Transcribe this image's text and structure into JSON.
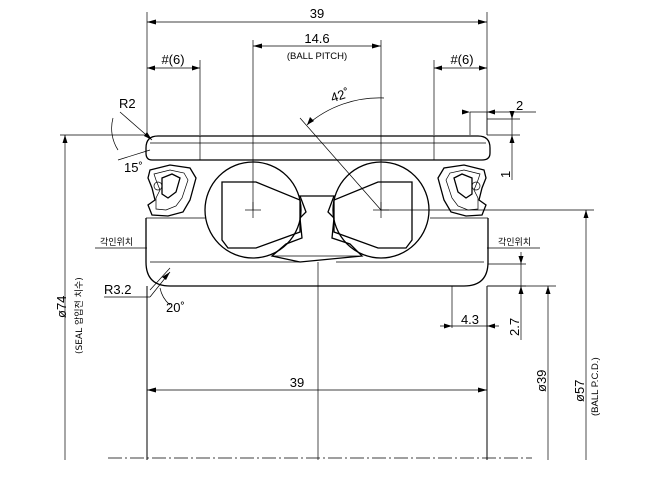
{
  "dimensions": {
    "overall_width_top": "39",
    "ball_pitch": "14.6",
    "ball_pitch_label": "(BALL PITCH)",
    "hash_left": "#(6)",
    "hash_right": "#(6)",
    "contact_angle": "42˚",
    "radius_r2": "R2",
    "angle_15": "15˚",
    "dim_2": "2",
    "dim_1": "1",
    "mark_left": "각인위치",
    "mark_right": "각인위치",
    "radius_r32": "R3.2",
    "angle_20": "20˚",
    "dim_43": "4.3",
    "dim_27": "2.7",
    "overall_width_bottom": "39",
    "dia_74": "ø74",
    "dia_74_note": "(SEAL 압입전 치수)",
    "dia_39": "ø39",
    "dia_57": "ø57",
    "dia_57_note": "(BALL P.C.D.)"
  }
}
